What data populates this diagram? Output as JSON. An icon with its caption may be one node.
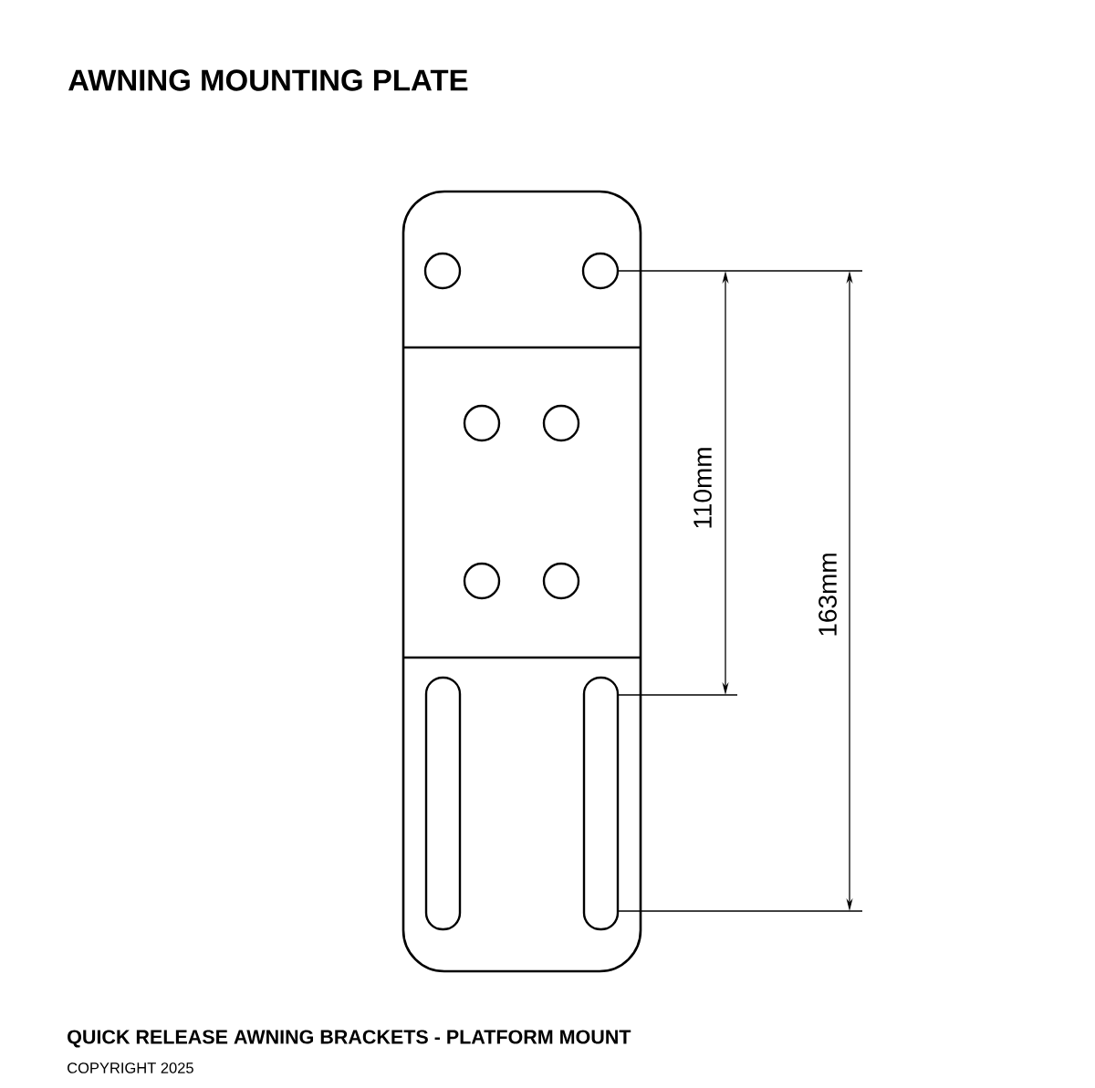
{
  "diagram": {
    "title": "AWNING MOUNTING PLATE",
    "caption": "QUICK RELEASE AWNING BRACKETS - PLATFORM MOUNT",
    "labels": [
      "110mm",
      "163mm",
      "COPYRIGHT 2025"
    ]
  }
}
